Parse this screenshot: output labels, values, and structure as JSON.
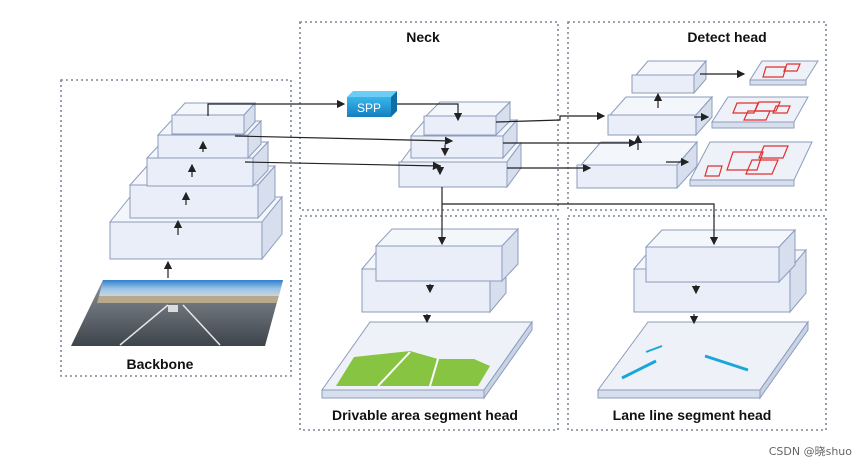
{
  "sections": {
    "backbone": "Backbone",
    "neck": "Neck",
    "detect_head": "Detect head",
    "drivable": "Drivable area segment head",
    "lane": "Lane line segment head"
  },
  "spp_label": "SPP",
  "watermark": "CSDN @晓shuo",
  "colors": {
    "layer_fill": "#e9eef8",
    "layer_stroke": "#8c9cbc",
    "spp": "#1e9ad6",
    "green": "#86c441",
    "red": "#e03030",
    "lane": "#1aa6d8"
  }
}
